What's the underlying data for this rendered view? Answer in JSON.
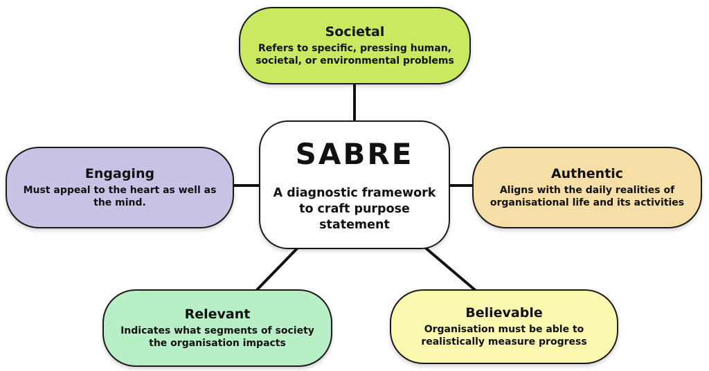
{
  "diagram": {
    "center": {
      "title": "SABRE",
      "subtitle": "A diagnostic framework to craft purpose statement"
    },
    "nodes": [
      {
        "id": "societal",
        "title": "Societal",
        "description": "Refers to specific, pressing human, societal, or environmental problems",
        "color": "#c9e960"
      },
      {
        "id": "engaging",
        "title": "Engaging",
        "description": "Must appeal to the heart as well as the mind.",
        "color": "#c9c2e5"
      },
      {
        "id": "authentic",
        "title": "Authentic",
        "description": "Aligns with the daily realities of organisational life and its activities",
        "color": "#f6dfa6"
      },
      {
        "id": "relevant",
        "title": "Relevant",
        "description": "Indicates what segments of society the organisation impacts",
        "color": "#b9efc6"
      },
      {
        "id": "believable",
        "title": "Believable",
        "description": "Organisation must be able to realistically measure progress",
        "color": "#faf7ae"
      }
    ],
    "line_color": "#111111"
  }
}
